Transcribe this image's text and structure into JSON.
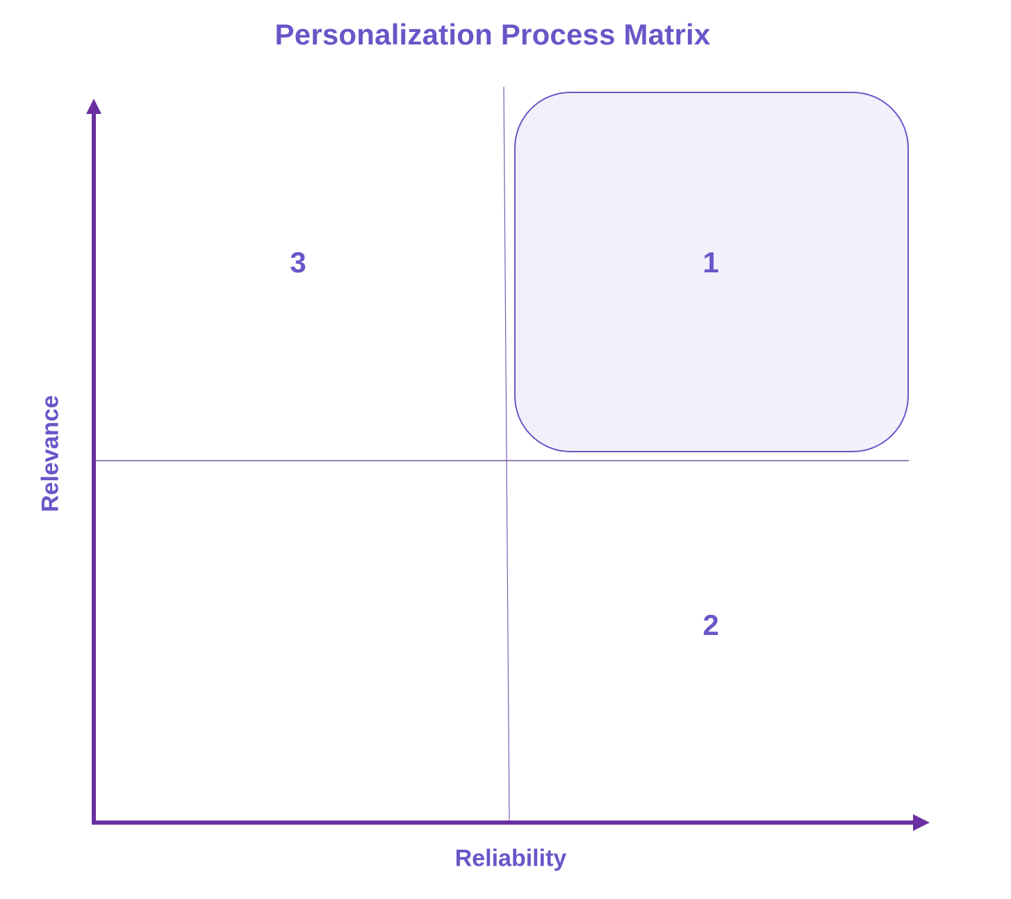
{
  "title": "Personalization Process Matrix",
  "axes": {
    "x_label": "Reliability",
    "y_label": "Relevance"
  },
  "quadrants": [
    {
      "id": "top-left",
      "label": "3"
    },
    {
      "id": "top-right",
      "label": "1",
      "highlighted": true
    },
    {
      "id": "bottom-right",
      "label": "2"
    },
    {
      "id": "bottom-left",
      "label": ""
    }
  ],
  "colors": {
    "text": "#6a55c8",
    "axis": "#6a2fa0",
    "divider": "#5b3f8f",
    "highlight_fill": "#f2f0fb",
    "highlight_stroke": "#6a55c8",
    "background": "#ffffff"
  }
}
